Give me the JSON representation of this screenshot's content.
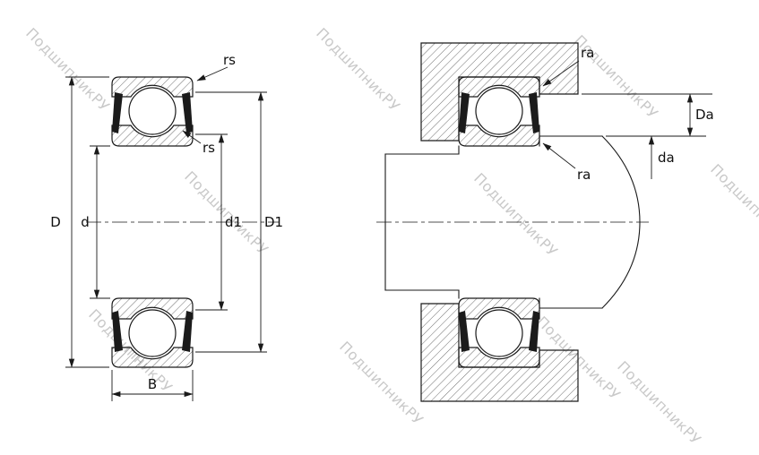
{
  "watermark": {
    "text": "ПодшипникРУ",
    "color": "#c9c9c9"
  },
  "drawing": {
    "line_color": "#1a1a1a",
    "left_view": {
      "labels": {
        "rs_outer": "rs",
        "rs_inner": "rs",
        "D": "D",
        "d": "d",
        "d1": "d1",
        "D1": "D1",
        "B": "B"
      }
    },
    "right_view": {
      "labels": {
        "ra_outer": "ra",
        "ra_inner": "ra",
        "Da": "Da",
        "da": "da"
      }
    }
  }
}
